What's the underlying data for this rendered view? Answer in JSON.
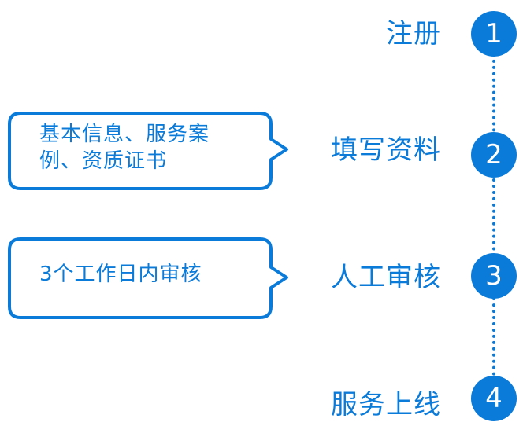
{
  "colors": {
    "accent": "#0b7bd9",
    "background": "#ffffff"
  },
  "steps": [
    {
      "number": "1",
      "label": "注册"
    },
    {
      "number": "2",
      "label": "填写资料"
    },
    {
      "number": "3",
      "label": "人工审核"
    },
    {
      "number": "4",
      "label": "服务上线"
    }
  ],
  "callouts": [
    {
      "line1": "基本信息、服务案",
      "line2": "例、资质证书"
    },
    {
      "line1": "3个工作日内审核"
    }
  ]
}
